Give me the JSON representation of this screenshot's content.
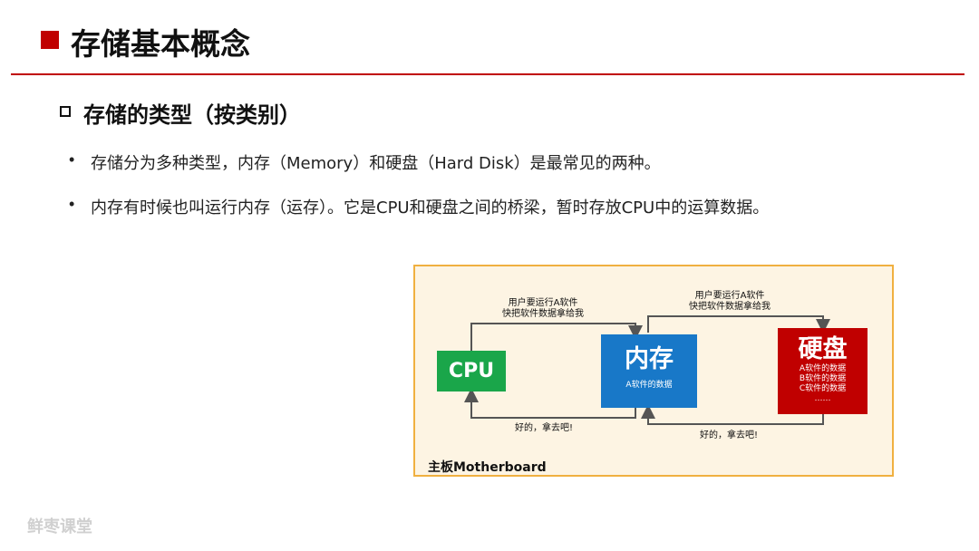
{
  "header": {
    "title": "存储基本概念"
  },
  "section": {
    "title": "存储的类型（按类别）"
  },
  "bullets": [
    {
      "marker": "•",
      "text": "存储分为多种类型，内存（Memory）和硬盘（Hard Disk）是最常见的两种。"
    },
    {
      "marker": "•",
      "text": "内存有时候也叫运行内存（运存）。它是CPU和硬盘之间的桥梁，暂时存放CPU中的运算数据。"
    }
  ],
  "diagram": {
    "cpu": {
      "label": "CPU"
    },
    "memory": {
      "label": "内存",
      "content": "A软件的数据"
    },
    "disk": {
      "label": "硬盘",
      "lines": [
        "A软件的数据",
        "B软件的数据",
        "C软件的数据",
        "……"
      ]
    },
    "arrow_labels": {
      "cpu_request": [
        "用户要运行A软件",
        "快把软件数据拿给我"
      ],
      "mem_request": [
        "用户要运行A软件",
        "快把软件数据拿给我"
      ],
      "mem_reply": "好的，拿去吧!",
      "disk_reply": "好的，拿去吧!"
    },
    "board_label": "主板Motherboard"
  },
  "watermark": "鲜枣课堂",
  "colors": {
    "accent": "#c00000",
    "cpu": "#1aa64a",
    "memory": "#1878c8",
    "disk": "#c00000",
    "board_bg": "#fdf4e3",
    "board_border": "#f0b040"
  }
}
